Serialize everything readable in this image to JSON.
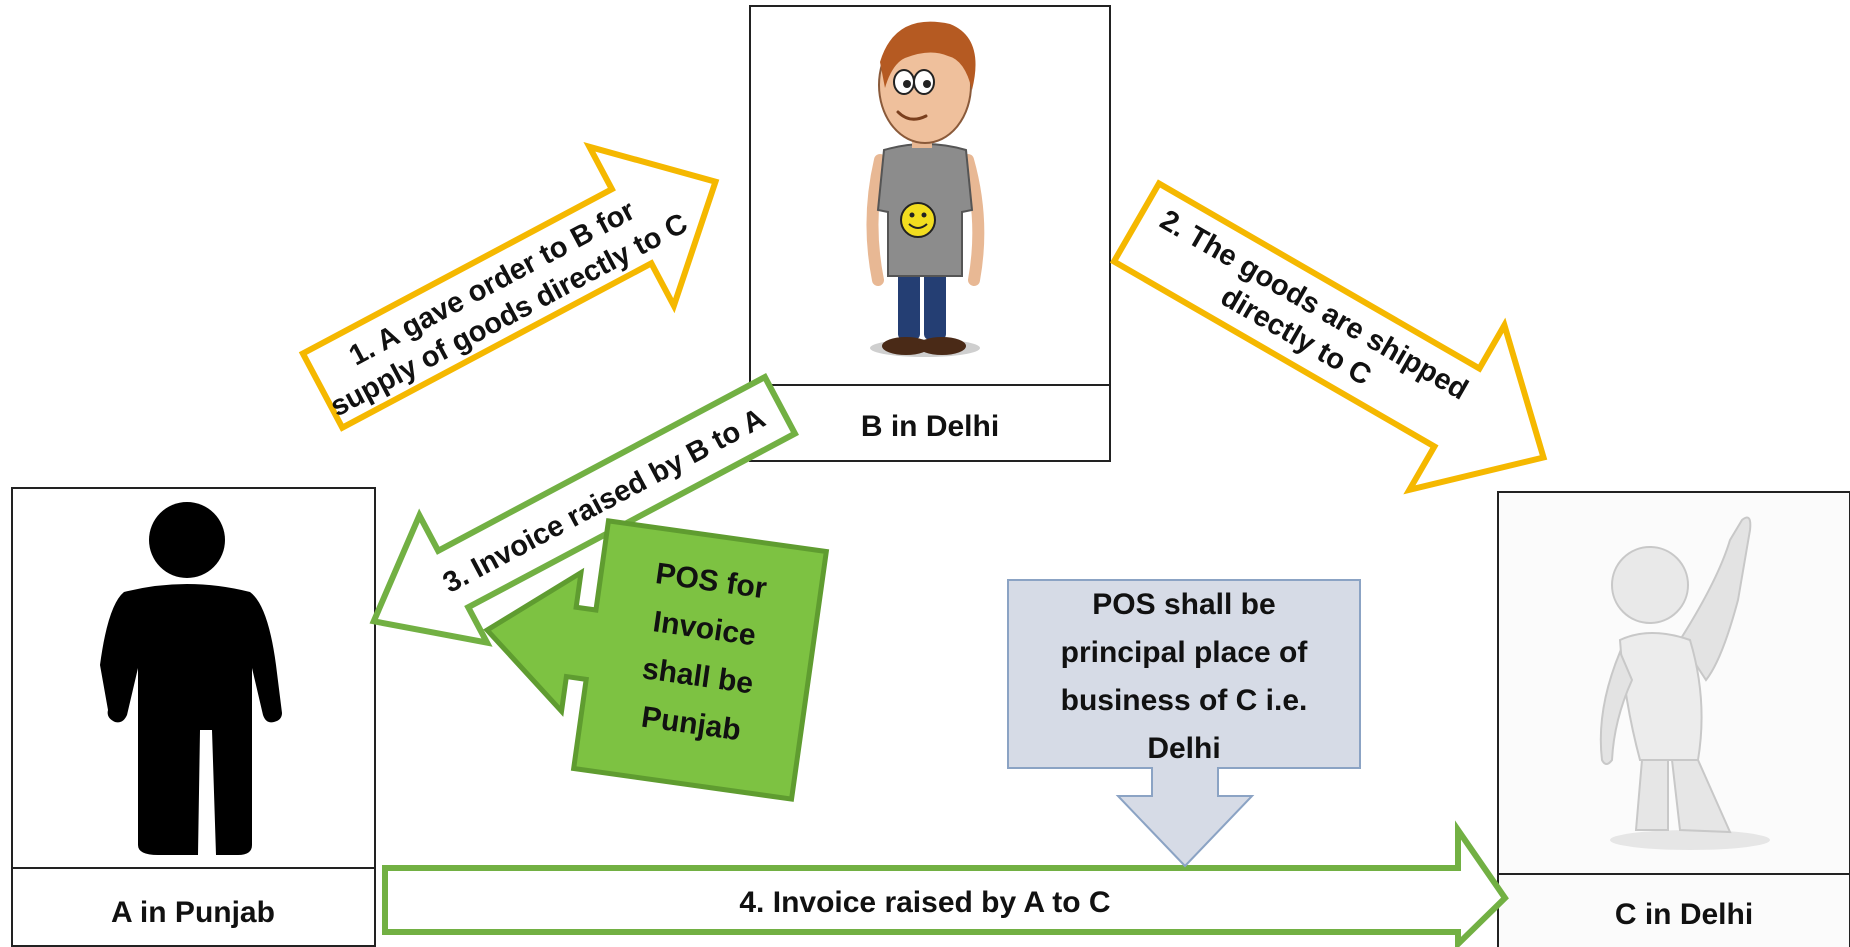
{
  "colors": {
    "yellow_stroke": "#f5b800",
    "green_stroke": "#72b043",
    "green_fill": "#7dc242",
    "blue_fill": "#d6dbe6",
    "blue_stroke": "#8ba3c4"
  },
  "parties": {
    "b": {
      "label": "B in Delhi",
      "icon": "cartoon-man-icon"
    },
    "a": {
      "label": "A in Punjab",
      "icon": "person-silhouette-icon"
    },
    "c": {
      "label": "C in Delhi",
      "icon": "waving-3d-figure-icon"
    }
  },
  "arrows": {
    "order": {
      "line1": "1. A gave order to B for",
      "line2": "supply of goods directly to C"
    },
    "shipped": {
      "line1": "2. The goods are shipped",
      "line2": "directly to C"
    },
    "invoice_b_a": {
      "text": "3. Invoice raised by B to A"
    },
    "invoice_a_c": {
      "text": "4. Invoice raised by A to C"
    }
  },
  "callouts": {
    "pos_punjab": {
      "lines": [
        "POS for",
        "Invoice",
        "shall be",
        "Punjab"
      ]
    },
    "pos_delhi": {
      "lines": [
        "POS shall be",
        "principal place of",
        "business of C i.e.",
        "Delhi"
      ]
    }
  }
}
